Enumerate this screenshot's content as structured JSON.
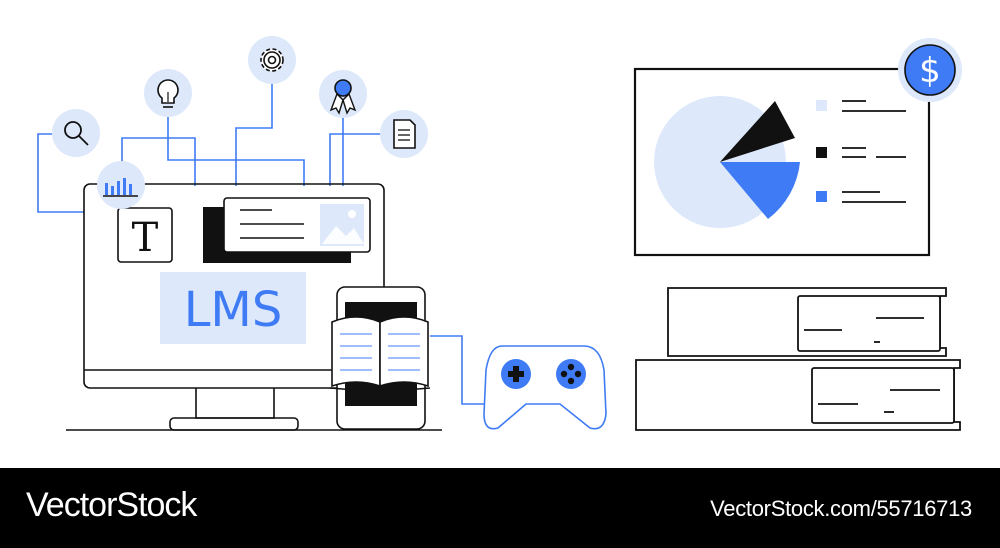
{
  "illustration": {
    "screen_label": "LMS",
    "text_tile_letter": "T",
    "currency_symbol": "$",
    "icons": [
      "search-icon",
      "lightbulb-icon",
      "gear-icon",
      "award-ribbon-icon",
      "document-icon",
      "bar-chart-icon",
      "image-icon",
      "open-book-icon",
      "gamepad-icon",
      "dollar-icon",
      "pie-chart-icon",
      "books-icon"
    ],
    "colors": {
      "accent_blue": "#3f7bf5",
      "light_blue": "#dde8fb",
      "line": "#111111"
    }
  },
  "footer": {
    "brand": "VectorStock",
    "image_id": "VectorStock.com/55716713"
  }
}
